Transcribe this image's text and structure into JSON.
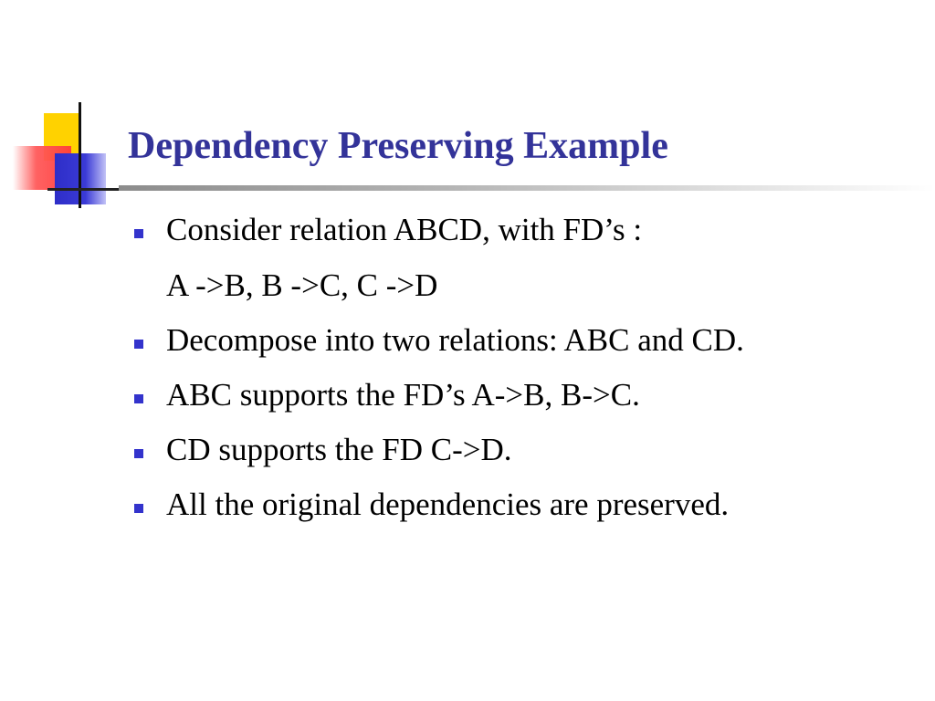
{
  "slide": {
    "title": "Dependency Preserving Example",
    "bullets": [
      {
        "text": "Consider relation ABCD, with FD’s :",
        "continuation": "A ->B, B ->C, C ->D"
      },
      {
        "text": "Decompose into two relations: ABC and CD."
      },
      {
        "text": "ABC supports the FD’s A->B, B->C."
      },
      {
        "text": "CD supports the FD C->D."
      },
      {
        "text": "All the original dependencies are preserved."
      }
    ]
  },
  "colors": {
    "title": "#333399",
    "bullet_marker": "#3333cc",
    "text": "#000000"
  },
  "icons": {
    "bullet": "square-bullet-icon",
    "logo": "color-blocks-logo"
  }
}
